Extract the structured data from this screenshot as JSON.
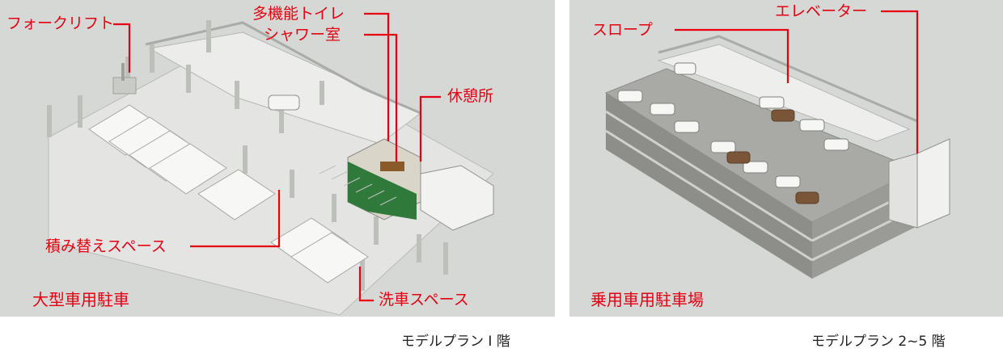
{
  "panel1": {
    "labels": {
      "forklift": "フォークリフト",
      "multipurpose_toilet": "多機能トイレ",
      "shower_room": "シャワー室",
      "rest_area": "休憩所",
      "transshipment_space": "積み替えスペース",
      "car_wash_space": "洗車スペース",
      "large_vehicle_parking": "大型車用駐車"
    },
    "caption": "モデルプラン Ⅰ 階"
  },
  "panel2": {
    "labels": {
      "slope": "スロープ",
      "elevator": "エレベーター",
      "passenger_car_parking": "乗用車用駐車場"
    },
    "caption": "モデルプラン 2~5 階"
  },
  "colors": {
    "label_red": "#e60012",
    "panel_bg": "#d6d8d5",
    "rest_area_green": "#2f7a3a"
  }
}
